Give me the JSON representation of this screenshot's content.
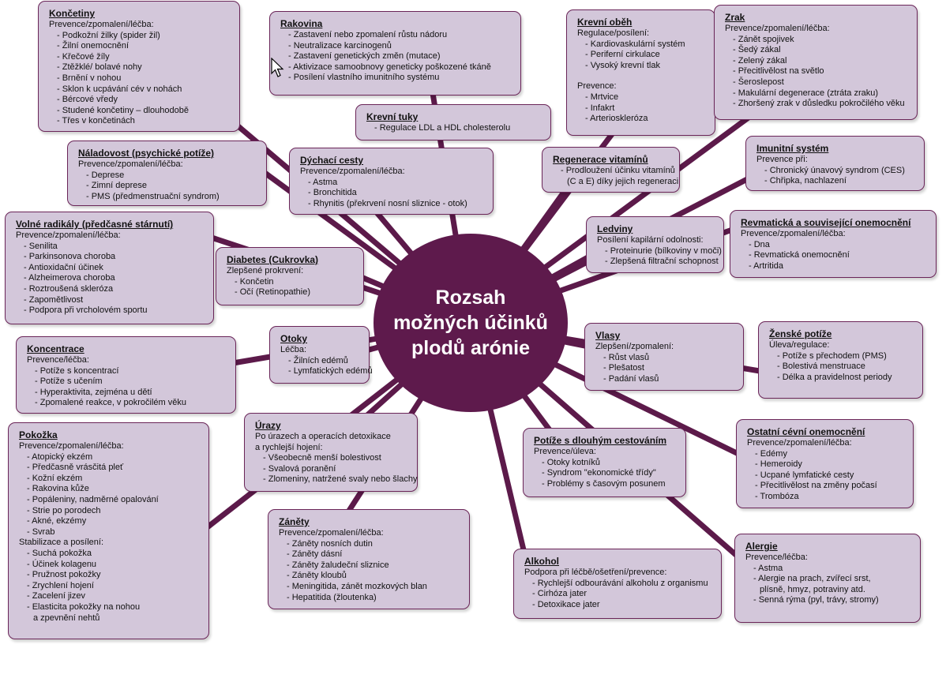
{
  "center": {
    "title": "Rozsah\nmožných  účinků\nplodů arónie"
  },
  "boxes": {
    "koncetiny": {
      "title": "Končetiny",
      "items": [
        "Prevence/zpomalení/léčba:",
        "- Podkožní žilky (spider žil)",
        "- Žilní onemocnění",
        "- Křečové žíly",
        "- Ztěžklé/ bolavé nohy",
        "- Brnění v nohou",
        "- Sklon k ucpávání cév v nohách",
        "- Bércové vředy",
        "- Studené končetiny – dlouhodobě",
        "- Třes v končetinách"
      ]
    },
    "rakovina": {
      "title": "Rakovina",
      "items": [
        "- Zastavení nebo zpomalení růstu nádoru",
        "- Neutralizace karcinogenů",
        "- Zastavení genetických změn (mutace)",
        "- Aktivizace samoobnovy geneticky poškozené tkáně",
        "- Posílení vlastního imunitního systému"
      ]
    },
    "krevni_obeh": {
      "title": "Krevní oběh",
      "items": [
        "Regulace/posílení:",
        "- Kardiovaskulární systém",
        "- Periferní cirkulace",
        "- Vysoký krevní tlak",
        "Prevence:",
        "- Mrtvice",
        "- Infakrt",
        "- Arterioskleróza"
      ]
    },
    "zrak": {
      "title": "Zrak",
      "items": [
        "Prevence/zpomalení/léčba:",
        "- Zánět spojivek",
        "- Šedý zákal",
        "- Zelený zákal",
        "- Přecitlivělost na světlo",
        "- Šeroslepost",
        "- Makulární degenerace (ztráta zraku)",
        "- Zhoršený zrak v důsledku pokročilého věku"
      ]
    },
    "krevni_tuky": {
      "title": "Krevní tuky",
      "items": [
        "- Regulace LDL a HDL cholesterolu"
      ]
    },
    "naladovost": {
      "title": "Náladovost (psychické potíže)",
      "items": [
        "Prevence/zpomalení/léčba:",
        "- Deprese",
        "- Zimní  deprese",
        "- PMS  (předmenstruační syndrom)"
      ]
    },
    "dychaci": {
      "title": "Dýchací cesty",
      "items": [
        "Prevence/zpomalení/léčba:",
        "- Astma",
        "- Bronchitida",
        "- Rhynitis (překrvení nosní sliznice - otok)"
      ]
    },
    "regenerace": {
      "title": "Regenerace vitamínů",
      "items": [
        "- Prodloužení účinku vitamínů",
        "(C a E) díky jejich regeneraci"
      ]
    },
    "imunitni": {
      "title": "Imunitní systém",
      "items": [
        "Prevence při:",
        "- Chronický únavový syndrom (CES)",
        "- Chřipka, nachlazení"
      ]
    },
    "volne_radikaly": {
      "title": "Volné radikály (předčasné stárnutí)",
      "items": [
        "Prevence/zpomalení/léčba:",
        "- Senilita",
        "- Parkinsonova choroba",
        "- Antioxidační  účinek",
        "- Alzheimerova choroba",
        "- Roztroušená skleróza",
        "- Zapomětlivost",
        "- Podpora při vrcholovém sportu"
      ]
    },
    "ledviny": {
      "title": "Ledviny",
      "items": [
        "Posílení kapilární odolnosti:",
        "- Proteinurie (bílkoviny v moči)",
        "- Zlepšená filtrační schopnost"
      ]
    },
    "revmaticka": {
      "title": "Revmatická a související onemocnění",
      "items": [
        "Prevence/zpomalení/léčba:",
        "- Dna",
        "- Revmatická onemocnění",
        "- Artritida"
      ]
    },
    "diabetes": {
      "title": "Diabetes (Cukrovka)",
      "items": [
        "Zlepšené prokrvení:",
        "- Končetin",
        "- Očí  (Retinopathie)"
      ]
    },
    "otoky": {
      "title": "Otoky",
      "items": [
        "Léčba:",
        "- Žilních edémů",
        "- Lymfatických edémů"
      ]
    },
    "koncentrace": {
      "title": "Koncentrace",
      "items": [
        "Prevence/léčba:",
        "- Potíže s koncentrací",
        "- Potíže s učením",
        "- Hyperaktivita, zejména u dětí",
        "- Zpomalené reakce, v pokročilém věku"
      ]
    },
    "vlasy": {
      "title": "Vlasy",
      "items": [
        "Zlepšení/zpomalení:",
        "- Růst vlasů",
        "- Plešatost",
        "- Padání vlasů"
      ]
    },
    "zenske": {
      "title": "Ženské potíže",
      "items": [
        "Úleva/regulace:",
        "- Potíže s přechodem (PMS)",
        "- Bolestivá menstruace",
        "- Délka a pravidelnost periody"
      ]
    },
    "pokozka": {
      "title": "Pokožka",
      "items": [
        "Prevence/zpomalení/léčba:",
        "- Atopický ekzém",
        "- Předčasně vrásčitá pleť",
        "- Kožní ekzém",
        "- Rakovina kůže",
        "- Popáleniny, nadměrné opalování",
        "- Strie po porodech",
        "- Akné, ekzémy",
        "- Svrab",
        "Stabilizace a posílení:",
        "- Suchá pokožka",
        "- Účinek kolagenu",
        "- Pružnost pokožky",
        "- Zrychlení hojení",
        "- Zacelení jizev",
        "- Elasticita pokožky na nohou",
        "a zpevnění nehtů"
      ]
    },
    "urazy": {
      "title": "Úrazy",
      "items": [
        "Po úrazech a operacích detoxikace",
        "a rychlejší hojení:",
        "- Všeobecně menší bolestivost",
        "- Svalová  poranění",
        "- Zlomeniny, natržené svaly nebo šlachy"
      ]
    },
    "cestovani": {
      "title": "Potíže s dlouhým cestováním",
      "items": [
        "Prevence/úleva:",
        "- Otoky kotníků",
        "- Syndrom \"ekonomické třídy\"",
        "- Problémy s časovým posunem"
      ]
    },
    "cevni": {
      "title": "Ostatní  cévní onemocnění",
      "items": [
        "Prevence/zpomalení/léčba:",
        "- Edémy",
        "- Hemeroidy",
        "- Ucpané lymfatické cesty",
        "- Přecitlivělost na změny počasí",
        "- Trombóza"
      ]
    },
    "zanety": {
      "title": "Záněty",
      "items": [
        "Prevence/zpomalení/léčba:",
        "- Záněty nosních dutin",
        "- Záněty dásní",
        "- Záněty žaludeční sliznice",
        "- Záněty kloubů",
        "- Meningitida, zánět mozkových blan",
        "- Hepatitida (žloutenka)"
      ]
    },
    "alkohol": {
      "title": "Alkohol",
      "items": [
        "Podpora při léčbě/ošetření/prevence:",
        "- Rychlejší  odbourávání alkoholu z organismu",
        "- Cirhóza jater",
        "- Detoxikace jater"
      ]
    },
    "alergie": {
      "title": "Alergie",
      "items": [
        "Prevence/léčba:",
        "- Astma",
        "- Alergie na prach, zvířecí srst,",
        "plísně, hmyz, potraviny atd.",
        "- Senná rýma (pyl, trávy, stromy)"
      ]
    }
  }
}
